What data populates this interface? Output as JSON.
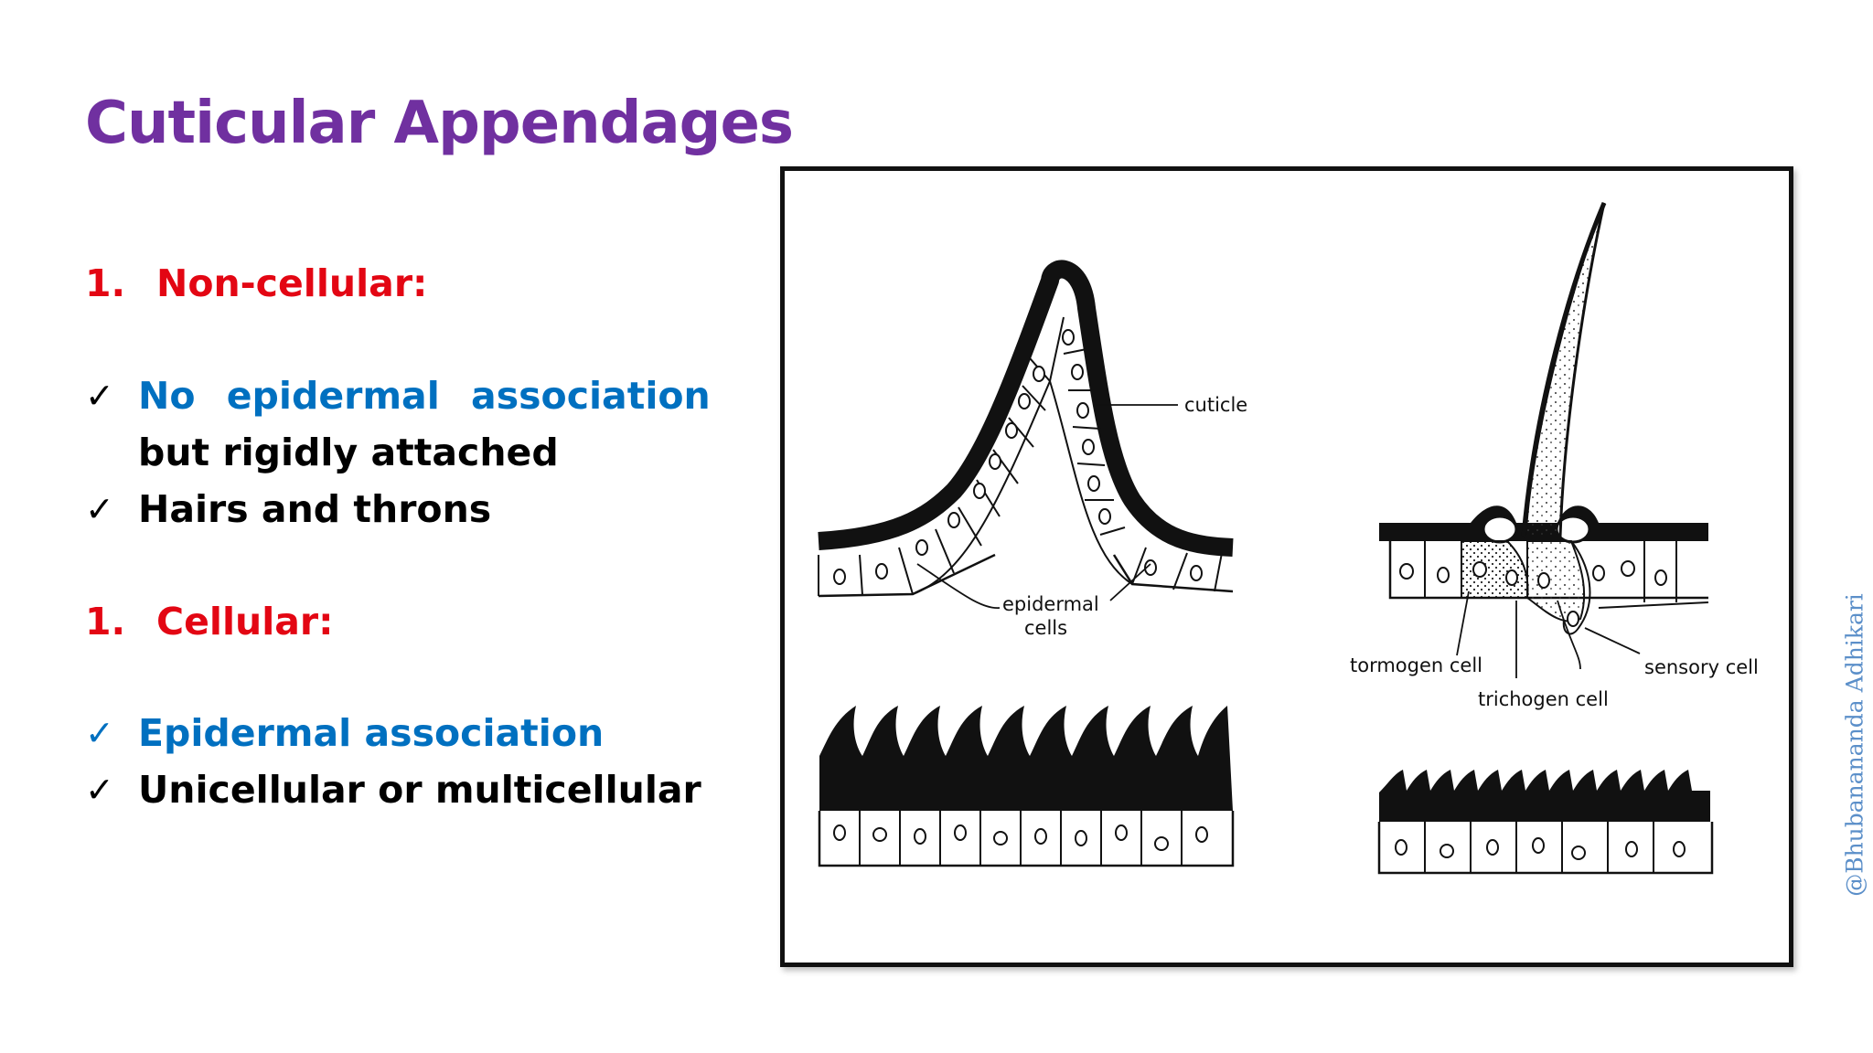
{
  "slide": {
    "title": "Cuticular Appendages",
    "sections": [
      {
        "number": "1.",
        "heading": "Non-cellular:",
        "bullets": [
          {
            "check": "✓",
            "lines": [
              "No epidermal association",
              "but rigidly attached"
            ]
          },
          {
            "check": "✓",
            "lines": [
              "Hairs and throns"
            ]
          }
        ]
      },
      {
        "number": "1.",
        "heading": "Cellular:",
        "bullets": [
          {
            "check": "✓",
            "lines": [
              "Epidermal association"
            ]
          },
          {
            "check": "✓",
            "lines": [
              "Unicellular or multicellular"
            ]
          }
        ]
      }
    ]
  },
  "figure": {
    "labels": {
      "cuticle": "cuticle",
      "epidermal_1": "epidermal",
      "epidermal_2": "cells",
      "tormogen": "tormogen cell",
      "trichogen": "trichogen cell",
      "sensory": "sensory cell"
    }
  },
  "watermark": "@Bhubanananda Adhikari",
  "colors": {
    "title": "#7030a0",
    "heading": "#e30613",
    "bullet_blue": "#0070c0",
    "watermark": "#5b8fc9"
  }
}
